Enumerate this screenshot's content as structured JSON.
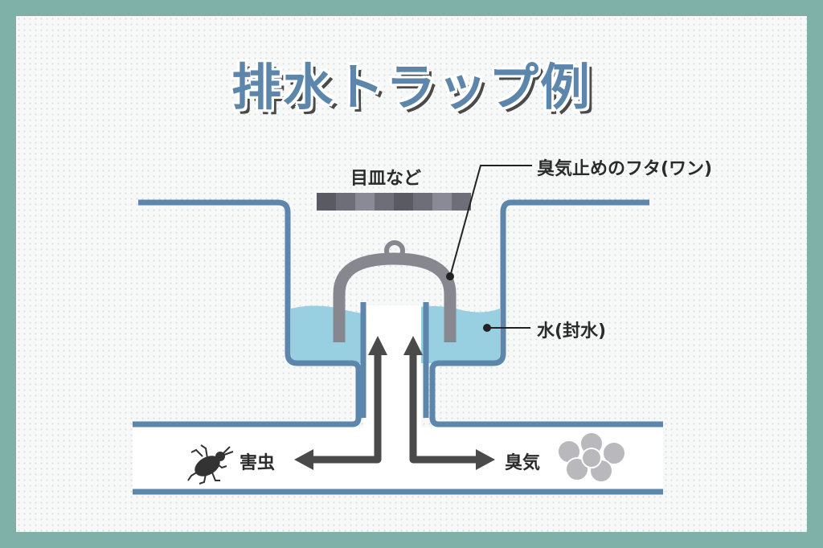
{
  "title": "排水トラップ例",
  "labels": {
    "grate": "目皿など",
    "lid": "臭気止めのフタ(ワン)",
    "water": "水(封水)",
    "pests": "害虫",
    "odor": "臭気"
  },
  "colors": {
    "border": "#7fb1a9",
    "pipe": "#5d86ac",
    "water": "#98d0e1",
    "trap": "#86878f",
    "arrow": "#4a4a4a"
  },
  "icons": [
    "bug-icon",
    "odor-cloud-icon",
    "arrow-up-icon",
    "arrow-left-icon",
    "arrow-right-icon"
  ]
}
